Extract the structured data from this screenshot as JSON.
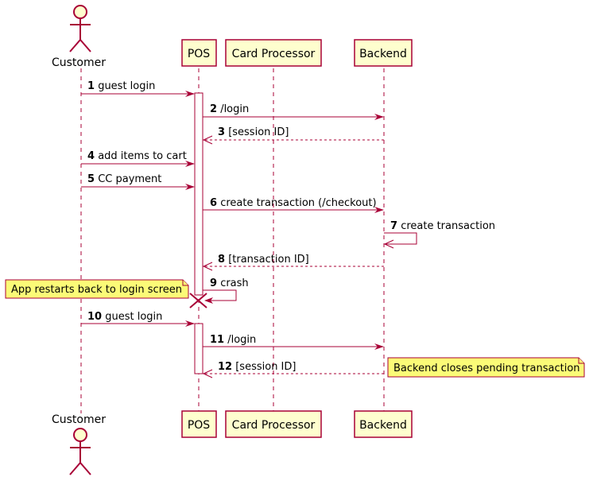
{
  "participants": {
    "customer": "Customer",
    "pos": "POS",
    "card_processor": "Card Processor",
    "backend": "Backend"
  },
  "messages": [
    {
      "num": "1",
      "text": "guest login"
    },
    {
      "num": "2",
      "text": "/login"
    },
    {
      "num": "3",
      "text": "[session ID]"
    },
    {
      "num": "4",
      "text": "add items to cart"
    },
    {
      "num": "5",
      "text": "CC payment"
    },
    {
      "num": "6",
      "text": "create transaction (/checkout)"
    },
    {
      "num": "7",
      "text": "create transaction"
    },
    {
      "num": "8",
      "text": "[transaction ID]"
    },
    {
      "num": "9",
      "text": "crash"
    },
    {
      "num": "10",
      "text": "guest login"
    },
    {
      "num": "11",
      "text": "/login"
    },
    {
      "num": "12",
      "text": "[session ID]"
    }
  ],
  "notes": {
    "app_restart": "App restarts back to login screen",
    "backend_close": "Backend closes pending transaction"
  },
  "colors": {
    "border": "#A80036",
    "participant_fill": "#FEFECE",
    "note_fill": "#FBFB77"
  }
}
